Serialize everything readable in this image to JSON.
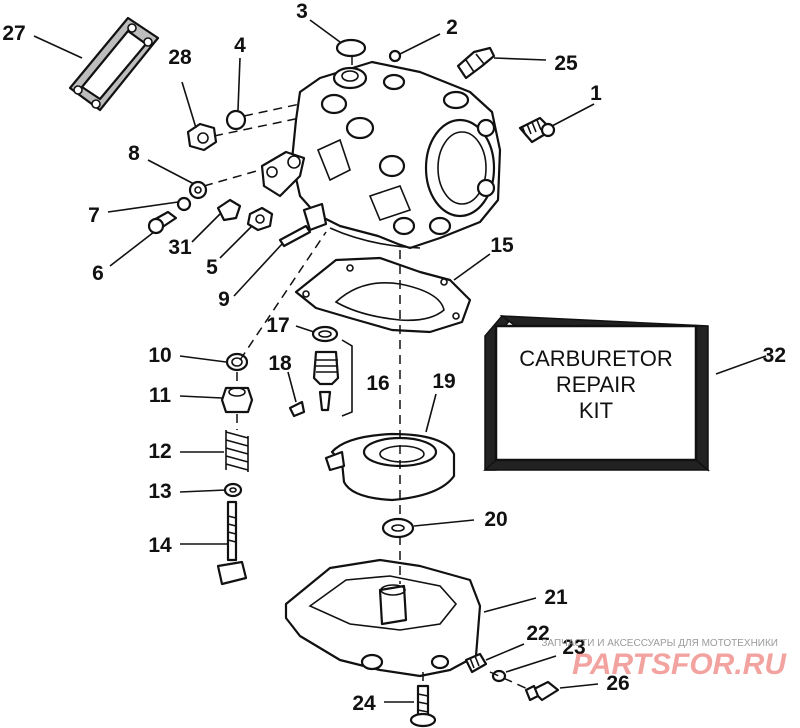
{
  "diagram": {
    "callouts": [
      {
        "id": "c1",
        "text": "1"
      },
      {
        "id": "c2",
        "text": "2"
      },
      {
        "id": "c3",
        "text": "3"
      },
      {
        "id": "c4",
        "text": "4"
      },
      {
        "id": "c5",
        "text": "5"
      },
      {
        "id": "c6",
        "text": "6"
      },
      {
        "id": "c7",
        "text": "7"
      },
      {
        "id": "c8",
        "text": "8"
      },
      {
        "id": "c9",
        "text": "9"
      },
      {
        "id": "c10",
        "text": "10"
      },
      {
        "id": "c11",
        "text": "11"
      },
      {
        "id": "c12",
        "text": "12"
      },
      {
        "id": "c13",
        "text": "13"
      },
      {
        "id": "c14",
        "text": "14"
      },
      {
        "id": "c15",
        "text": "15"
      },
      {
        "id": "c16",
        "text": "16"
      },
      {
        "id": "c17",
        "text": "17"
      },
      {
        "id": "c18",
        "text": "18"
      },
      {
        "id": "c19",
        "text": "19"
      },
      {
        "id": "c20",
        "text": "20"
      },
      {
        "id": "c21",
        "text": "21"
      },
      {
        "id": "c22",
        "text": "22"
      },
      {
        "id": "c23",
        "text": "23"
      },
      {
        "id": "c24",
        "text": "24"
      },
      {
        "id": "c25",
        "text": "25"
      },
      {
        "id": "c26",
        "text": "26"
      },
      {
        "id": "c27",
        "text": "27"
      },
      {
        "id": "c28",
        "text": "28"
      },
      {
        "id": "c31",
        "text": "31"
      },
      {
        "id": "c32",
        "text": "32"
      }
    ],
    "kit_box": {
      "line1": "CARBURETOR",
      "line2": "REPAIR",
      "line3": "KIT"
    }
  },
  "watermark": {
    "caption": "ЗАПЧАСТИ И АКСЕССУАРЫ ДЛЯ МОТОТЕХНИКИ",
    "logo": "PARTSFOR.RU"
  },
  "colors": {
    "ink": "#111111",
    "background": "#ffffff",
    "watermark_red": "#e3342f"
  }
}
